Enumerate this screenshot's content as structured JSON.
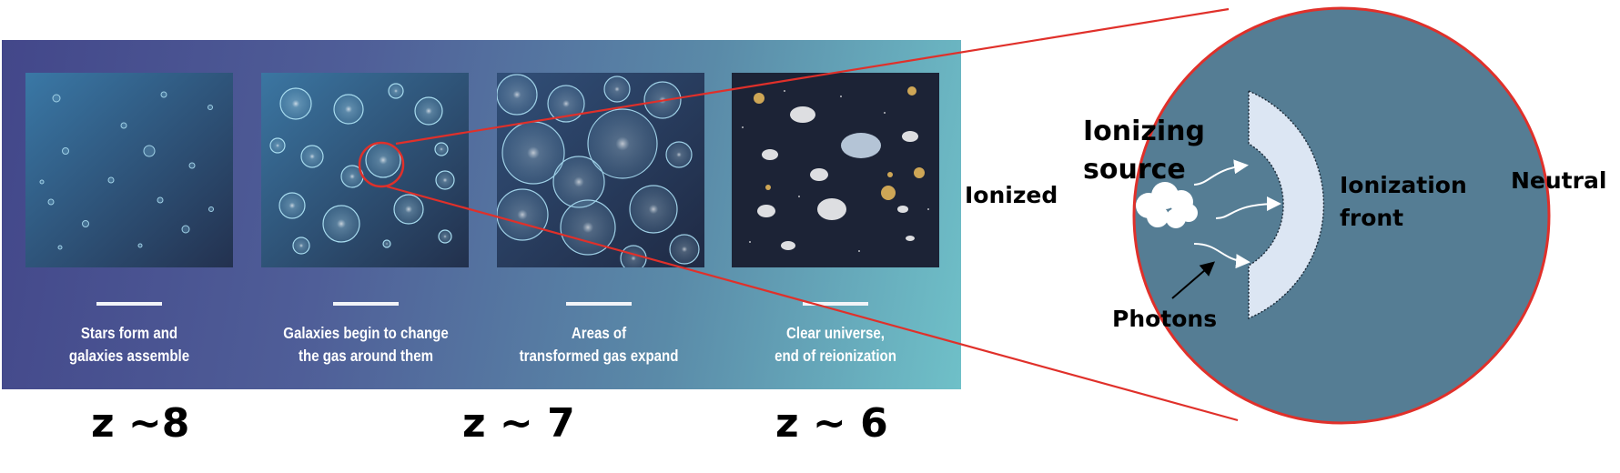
{
  "panels": [
    {
      "caption_line1": "Stars form and",
      "caption_line2": "galaxies assemble"
    },
    {
      "caption_line1": "Galaxies begin to change",
      "caption_line2": "the gas around them"
    },
    {
      "caption_line1": "Areas of",
      "caption_line2": "transformed gas expand"
    },
    {
      "caption_line1": "Clear universe,",
      "caption_line2": "end of reionization"
    }
  ],
  "redshift_labels": [
    "z ~8",
    "z ~ 7",
    "z ~ 6"
  ],
  "zoom": {
    "left_label": "Ionized",
    "right_label": "Neutral",
    "source_line1": "Ionizing",
    "source_line2": "source",
    "front_line1": "Ionization",
    "front_line2": "front",
    "photons_label": "Photons"
  },
  "colors": {
    "highlight": "#e0302a",
    "zoom_fill": "#557d94",
    "front_fill": "#dce6f3"
  }
}
